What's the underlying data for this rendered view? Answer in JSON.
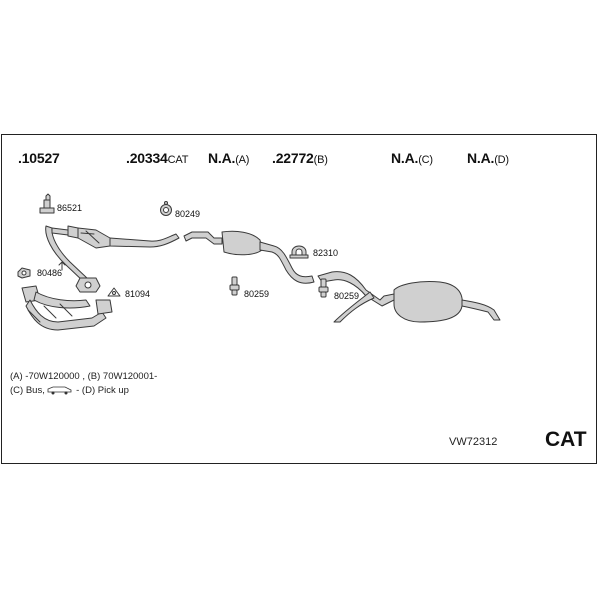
{
  "headers": [
    {
      "code": ".10527",
      "suffix": ""
    },
    {
      "code": ".20334",
      "suffix": "CAT"
    },
    {
      "code": "N.A.",
      "suffix": "(A)"
    },
    {
      "code": ".22772",
      "suffix": "(B)"
    },
    {
      "code": "N.A.",
      "suffix": "(C)"
    },
    {
      "code": "N.A.",
      "suffix": "(D)"
    }
  ],
  "parts": [
    {
      "id": "86521",
      "icon": "bolt-icon"
    },
    {
      "id": "80249",
      "icon": "gasket-ring-icon"
    },
    {
      "id": "82310",
      "icon": "pipe-clamp-icon"
    },
    {
      "id": "80486",
      "icon": "gasket-icon"
    },
    {
      "id": "81094",
      "icon": "nut-icon"
    },
    {
      "id": "80259",
      "icon": "rubber-hanger-icon"
    },
    {
      "id": "80259",
      "icon": "rubber-hanger-icon"
    }
  ],
  "notes": {
    "line1": "(A) -70W120000 , (B) 70W120001-",
    "line2_a": "(C) Bus,",
    "line2_b": "- (D) Pick up"
  },
  "footer": {
    "code": "VW72312",
    "badge": "CAT"
  },
  "colors": {
    "part_fill": "#d0d0d0",
    "part_stroke": "#3a3a3a",
    "frame": "#222222"
  }
}
